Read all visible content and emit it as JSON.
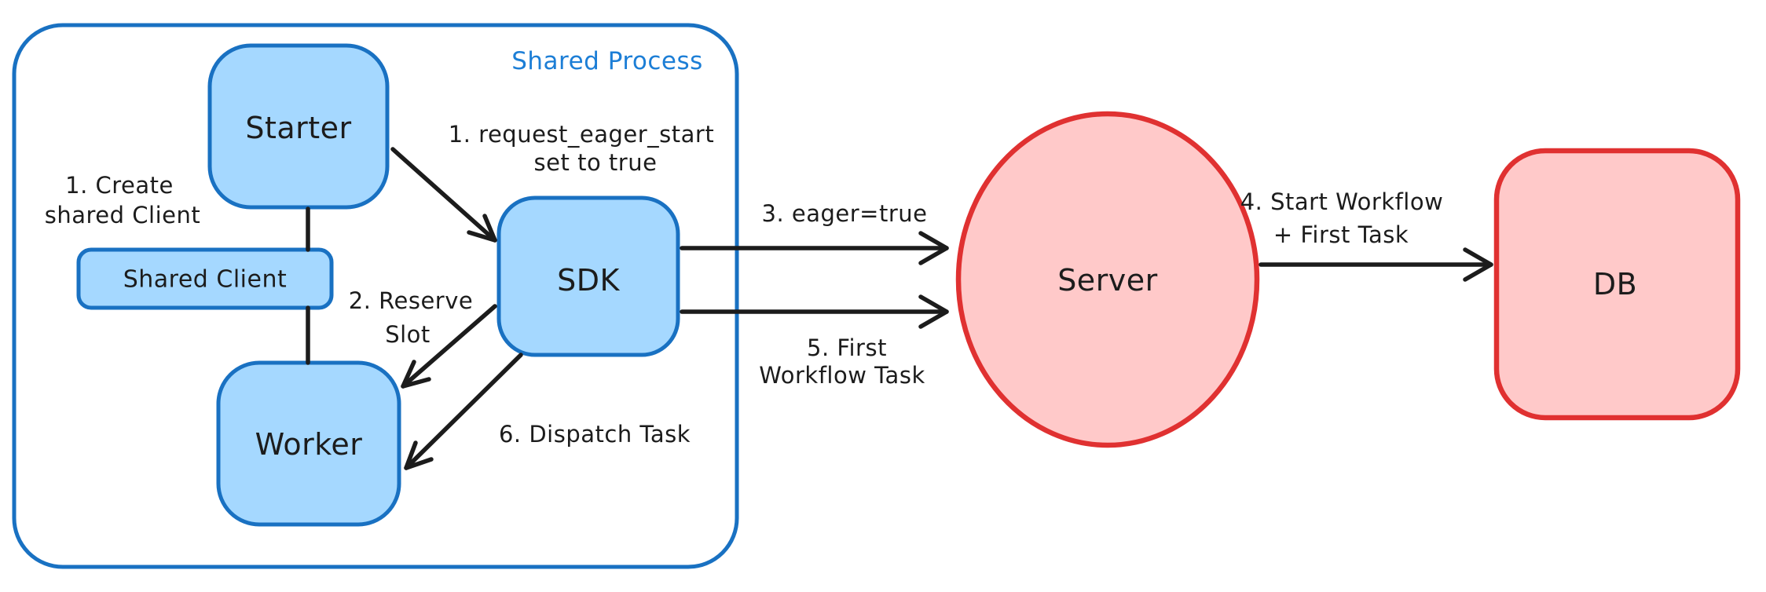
{
  "diagram": {
    "shared_process": {
      "label": "Shared Process",
      "nodes": {
        "starter": {
          "label": "Starter"
        },
        "shared_client": {
          "label": "Shared Client"
        },
        "worker": {
          "label": "Worker"
        },
        "sdk": {
          "label": "SDK"
        }
      }
    },
    "server": {
      "label": "Server"
    },
    "db": {
      "label": "DB"
    },
    "annotations": {
      "create_shared_client": {
        "lines": [
          "1. Create",
          "shared Client"
        ]
      },
      "request_eager_start": {
        "lines": [
          "1. request_eager_start",
          "set to true"
        ]
      },
      "reserve_slot": {
        "lines": [
          "2. Reserve",
          "Slot"
        ]
      },
      "eager_true": {
        "lines": [
          "3. eager=true"
        ]
      },
      "start_workflow": {
        "lines": [
          "4. Start Workflow",
          "+ First Task"
        ]
      },
      "first_workflow_task": {
        "lines": [
          "5. First",
          "Workflow Task"
        ]
      },
      "dispatch_task": {
        "lines": [
          "6. Dispatch Task"
        ]
      }
    },
    "colors": {
      "blue_stroke": "#1971c2",
      "blue_fill": "#a5d8ff",
      "blue_label": "#1c7ed6",
      "red_stroke": "#e03131",
      "red_fill": "#ffc9c9",
      "ink": "#1c1c1c",
      "canvas": "#ffffff"
    }
  }
}
